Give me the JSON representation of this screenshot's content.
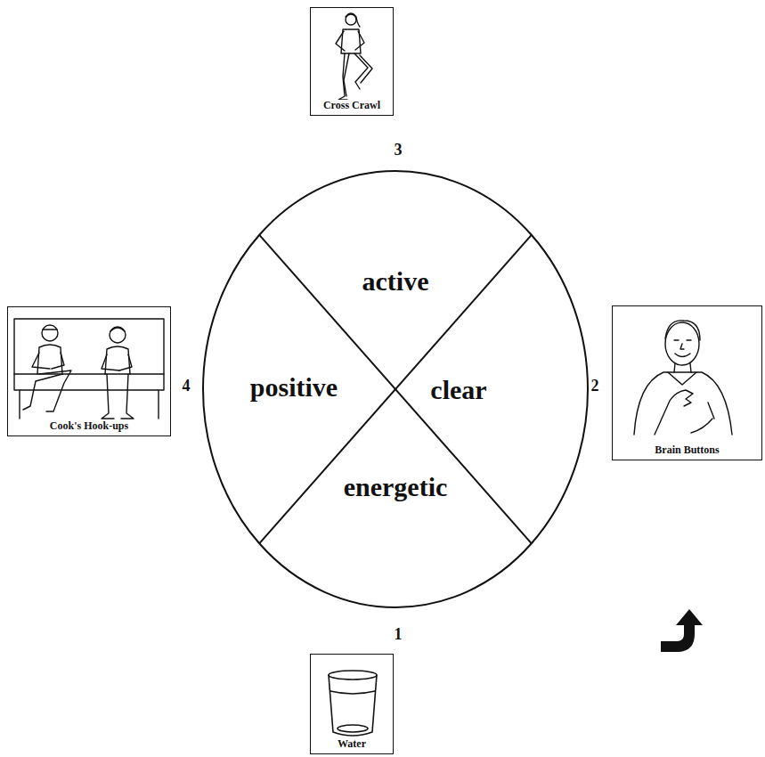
{
  "diagram": {
    "nodes": [
      {
        "text": [
          "Cross Crawl"
        ]
      },
      {
        "text": [
          "active"
        ]
      },
      {
        "text": [
          "Cook's Hook-ups"
        ]
      },
      {
        "text": [
          "positive"
        ]
      },
      {
        "text": [
          "clear"
        ]
      },
      {
        "text": [
          "Brain Buttons"
        ]
      },
      {
        "text": [
          "energetic"
        ]
      },
      {
        "text": [
          "Water"
        ]
      }
    ],
    "labels": [
      "3",
      "4",
      "2",
      "1"
    ]
  }
}
